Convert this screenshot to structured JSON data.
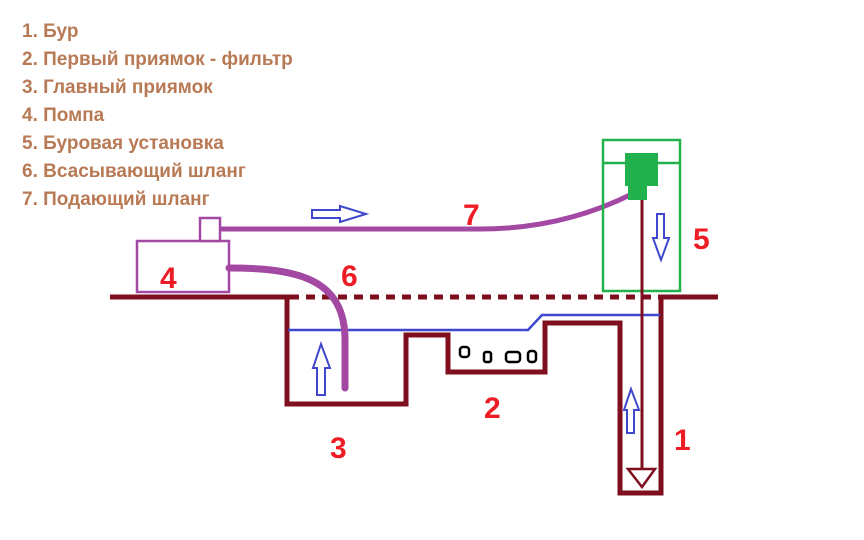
{
  "legend": [
    "1. Бур",
    "2. Первый приямок - фильтр",
    "3. Главный приямок",
    "4. Помпа",
    "5. Буровая установка",
    "6. Всасывающий шланг",
    "7. Подающий шланг"
  ],
  "labels": {
    "drill": "1",
    "filter_pit": "2",
    "main_pit": "3",
    "pump": "4",
    "rig": "5",
    "suction_hose": "6",
    "supply_hose": "7"
  },
  "colors": {
    "legend_text": "#b87a55",
    "label_red": "#ee1c24",
    "ground": "#7f0f1e",
    "water": "#3f48cc",
    "hose": "#a349a4",
    "rig": "#22b14c",
    "debris": "#000000"
  }
}
